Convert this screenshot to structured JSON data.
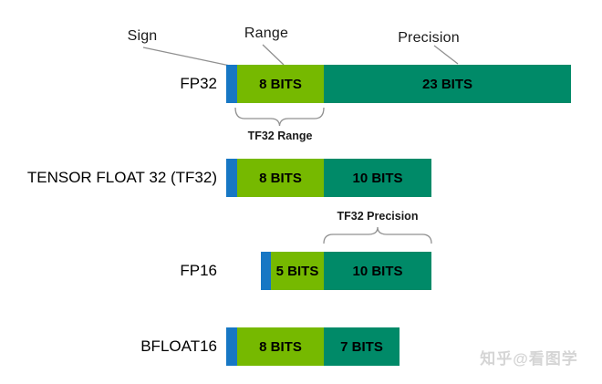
{
  "legend": {
    "sign": "Sign",
    "range": "Range",
    "precision": "Precision"
  },
  "rows": [
    {
      "label": "FP32",
      "sign_bits": 1,
      "range_bits": 8,
      "precision_bits": 23,
      "range_text": "8 BITS",
      "precision_text": "23 BITS"
    },
    {
      "label": "TENSOR FLOAT 32 (TF32)",
      "sign_bits": 1,
      "range_bits": 8,
      "precision_bits": 10,
      "range_text": "8 BITS",
      "precision_text": "10 BITS"
    },
    {
      "label": "FP16",
      "sign_bits": 1,
      "range_bits": 5,
      "precision_bits": 10,
      "range_text": "5 BITS",
      "precision_text": "10 BITS"
    },
    {
      "label": "BFLOAT16",
      "sign_bits": 1,
      "range_bits": 8,
      "precision_bits": 7,
      "range_text": "8 BITS",
      "precision_text": "7 BITS"
    }
  ],
  "annotations": {
    "tf32_range": "TF32 Range",
    "tf32_precision": "TF32 Precision"
  },
  "watermark": "知乎@看图学",
  "colors": {
    "sign_blue": "#1777c4",
    "range_green": "#76b900",
    "precision_teal": "#008a68",
    "line_gray": "#909090",
    "watermark_gray": "#d5d5d5"
  }
}
